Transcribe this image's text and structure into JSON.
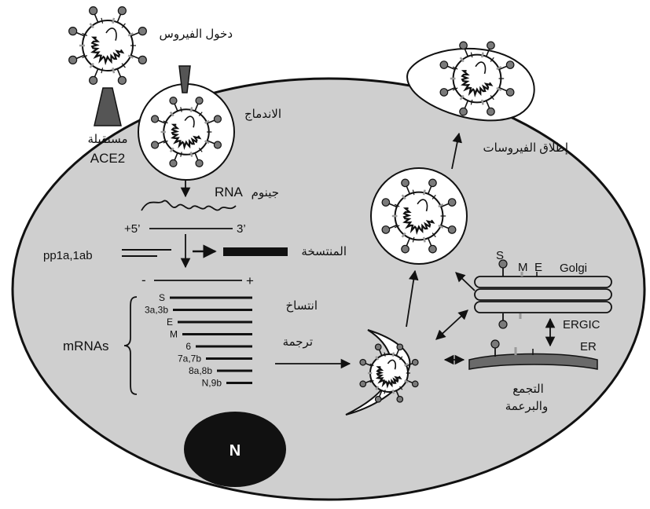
{
  "labels": {
    "virus_entry": "دخول الفيروس",
    "receptor_ar": "مستقبلة",
    "receptor_en": "ACE2",
    "fusion": "الاندماج",
    "rna_genome_ar": "جينوم",
    "rna_genome_en": "RNA",
    "five_prime": "+5’",
    "three_prime": "3’",
    "pp1a": "pp1a,1ab",
    "product": "المنتسخة",
    "minus": "-",
    "plus": "+",
    "transcription": "انتساخ",
    "translation": "ترجمة",
    "mrnas": "mRNAs",
    "nucleus": "N",
    "release": "إطلاق الفيروسات",
    "assembly_1": "التجمع",
    "assembly_2": "والبرعمة",
    "golgi": "Golgi",
    "ergic": "ERGIC",
    "er": "ER",
    "protein_s": "S",
    "protein_m": "M",
    "protein_e": "E"
  },
  "mrna_list": [
    "S",
    "3a,3b",
    "E",
    "M",
    "6",
    "7a,7b",
    "8a,8b",
    "N,9b"
  ],
  "colors": {
    "cell_fill": "#cfcfcf",
    "outline": "#111111",
    "nucleus": "#111111",
    "receptor": "#555555",
    "spike_head": "#7a7a7a",
    "membrane_mark": "#9a9a9a",
    "er": "#6a6a6a"
  }
}
